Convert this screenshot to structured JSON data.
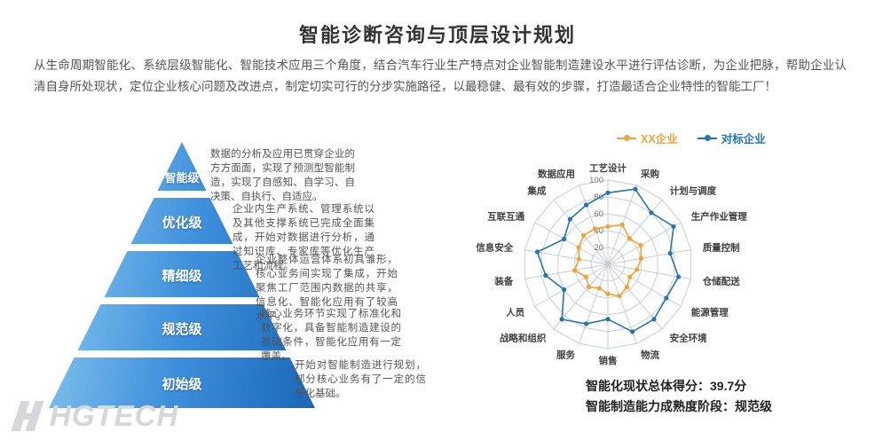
{
  "page": {
    "title": "智能诊断咨询与顶层设计规划",
    "intro": "从生命周期智能化、系统层级智能化、智能技术应用三个角度，结合汽车行业生产特点对企业智能制造建设水平进行评估诊断，为企业把脉，帮助企业认清自身所处现状，定位企业核心问题及改进点，制定切实可行的分步实施路径，以最稳健、最有效的步骤，打造最适合企业特性的智能工厂！"
  },
  "pyramid": {
    "levels": [
      {
        "label": "智能级",
        "desc": "数据的分析及应用已贯穿企业的方方面面，实现了预测型智能制造，实现了自感知、自学习、自决策、自执行、自适应。"
      },
      {
        "label": "优化级",
        "desc": "企业内生产系统、管理系统以及其他支撑系统已完成全面集成，开始对数据进行分析，通过知识库、专家库等优化生产工艺和流程。"
      },
      {
        "label": "精细级",
        "desc": "企业整体运营体系初具雏形，核心业务间实现了集成，开始聚焦工厂范围内数据的共享，信息化、智能化应用有了较高水平。"
      },
      {
        "label": "规范级",
        "desc": "核心业务环节实现了标准化和数字化，具备智能制造建设的基础条件，智能化应用有一定覆盖。"
      },
      {
        "label": "初始级",
        "desc": "开始对智能制造进行规划，部分核心业务有了一定的信息化基础。"
      }
    ]
  },
  "chart_data": {
    "type": "radar",
    "categories": [
      "工艺设计",
      "采购",
      "计划与调度",
      "生产作业管理",
      "质量控制",
      "仓储配送",
      "能源管理",
      "安全环境",
      "物流",
      "销售",
      "服务",
      "战略和组织",
      "人员",
      "装备",
      "信息安全",
      "互联互通",
      "集成",
      "数据应用"
    ],
    "series": [
      {
        "name": "XX企业",
        "color": "#f5a234",
        "values": [
          45,
          50,
          40,
          45,
          40,
          35,
          30,
          35,
          40,
          35,
          30,
          35,
          30,
          40,
          35,
          40,
          45,
          45
        ]
      },
      {
        "name": "对标企业",
        "color": "#2276b4",
        "values": [
          85,
          95,
          80,
          90,
          75,
          85,
          80,
          85,
          85,
          65,
          75,
          85,
          60,
          75,
          85,
          60,
          70,
          75
        ]
      }
    ],
    "rings": [
      20,
      40,
      60,
      80,
      100
    ],
    "max": 100,
    "grid_color": "#c8cdd5",
    "legend_position": "top"
  },
  "summary": {
    "score_line": "智能化现状总体得分：39.7分",
    "stage_line": "智能制造能力成熟度阶段：规范级"
  },
  "logo": {
    "text": "HGTECH"
  }
}
